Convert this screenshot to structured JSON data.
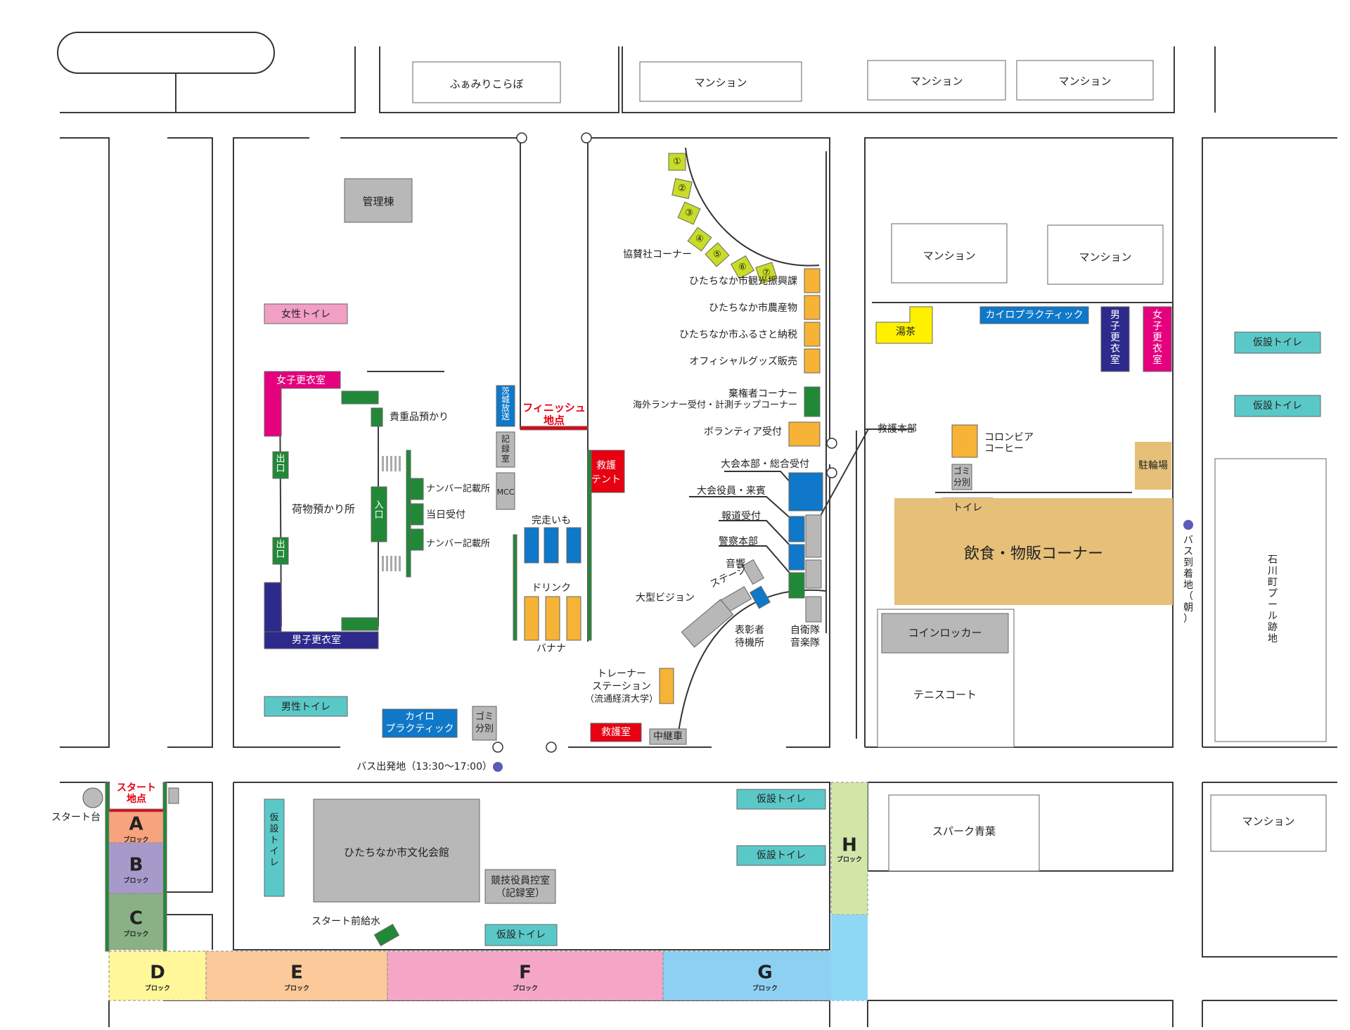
{
  "title": "会場レイアウト",
  "colors": {
    "gray": "#b8b8b8",
    "orange": "#f6b335",
    "yellow": "#fff000",
    "green": "#218838",
    "blue": "#0f78c8",
    "navy": "#2d2a8c",
    "magenta": "#e5007e",
    "pink": "#f29fc5",
    "teal": "#5bc8c8",
    "red": "#e60012",
    "lime": "#c8dc28",
    "sand": "#e6c078",
    "lightgreen": "#d2e6a8",
    "lightblue": "#8ed7f5",
    "blockA": "#f7a37e",
    "blockB": "#a79acb",
    "blockC": "#8ab085",
    "blockD": "#fff79a",
    "blockE": "#fcc99a",
    "blockF": "#f5a6c7",
    "blockG": "#8dd0f2"
  },
  "labels": {
    "fureai": "ふぁみりこらぼ",
    "mansion": "マンション",
    "kanri": "管理棟",
    "woman_toilet": "女性トイレ",
    "girls_changing": "女子更衣室",
    "boys_changing": "男子更衣室",
    "deguchi": "出口",
    "iriguchi": "入口",
    "valuables": "貴重品預かり",
    "baggage": "荷物預かり所",
    "number_record": "ナンバー記載所",
    "same_day": "当日受付",
    "male_toilet": "男性トイレ",
    "chiro": "カイロプラクティック",
    "chiro_l1": "カイロ",
    "chiro_l2": "プラクティック",
    "gomi_l1": "ゴミ",
    "gomi_l2": "分別",
    "bus_depart": "バス出発地（13:30〜17:00）",
    "ibaraki": "茨城放送",
    "record_room": "記録室",
    "mcc": "MCC",
    "finish_l1": "フィニッシュ",
    "finish_l2": "地点",
    "rescue_tent_l1": "救護",
    "rescue_tent_l2": "テント",
    "kansoimo": "完走いも",
    "drink": "ドリンク",
    "banana": "バナナ",
    "sponsor": "協賛社コーナー",
    "sponsor_nums": [
      "①",
      "②",
      "③",
      "④",
      "⑤",
      "⑥",
      "⑦"
    ],
    "kanko": "ひたちなか市観光振興課",
    "nosanbutsu": "ひたちなか市農産物",
    "furusato": "ひたちなか市ふるさと納税",
    "goods": "オフィシャルグッズ販売",
    "kiken_l1": "棄権者コーナー",
    "kiken_l2": "海外ランナー受付・計測チップコーナー",
    "volunteer": "ボランティア受付",
    "hq": "大会本部・総合受付",
    "officials": "大会役員・来賓",
    "press": "報道受付",
    "police": "警察本部",
    "sound": "音響",
    "stage": "ステージ",
    "vision": "大型ビジョン",
    "awardees_l1": "表彰者",
    "awardees_l2": "待機所",
    "sdf_l1": "自衛隊",
    "sdf_l2": "音楽隊",
    "trainer_l1": "トレーナー",
    "trainer_l2": "ステーション",
    "trainer_l3": "（流通経済大学）",
    "rescue_room": "救護室",
    "relay": "中継車",
    "rescue_hq": "救護本部",
    "yucha": "湯茶",
    "colombia_l1": "コロンビア",
    "colombia_l2": "コーヒー",
    "toilet": "トイレ",
    "bicycle": "駐輪場",
    "food": "飲食・物販コーナー",
    "locker": "コインロッカー",
    "tennis": "テニスコート",
    "temp_toilet": "仮設トイレ",
    "temp_toilet_v": "仮設トイレ",
    "bus_arrive": "バス到着地（朝）",
    "pool_site": "石川町プール跡地",
    "start_l1": "スタート",
    "start_l2": "地点",
    "start_stand": "スタート台",
    "bunka": "ひたちなか市文化会館",
    "kyogi_l1": "競技役員控室",
    "kyogi_l2": "（記録室）",
    "start_water": "スタート前給水",
    "spark": "スパーク青葉",
    "block_word": "ブロック",
    "blocks": [
      "A",
      "B",
      "C",
      "D",
      "E",
      "F",
      "G",
      "H"
    ]
  }
}
